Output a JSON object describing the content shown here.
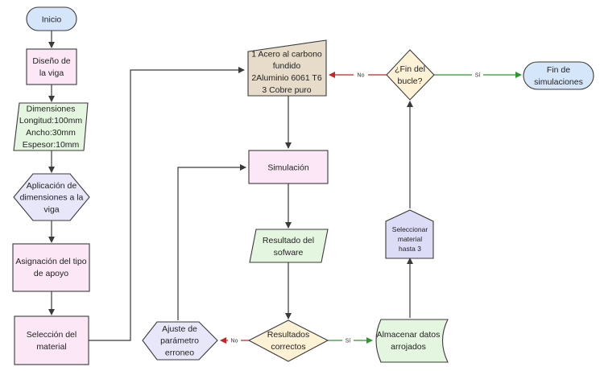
{
  "nodes": {
    "inicio": {
      "lines": [
        "Inicio"
      ]
    },
    "diseno": {
      "lines": [
        "Diseño de",
        "la viga"
      ]
    },
    "dimensiones": {
      "lines": [
        "Dimensiones",
        "Longitud:100mm",
        "Ancho:30mm",
        "Espesor:10mm"
      ]
    },
    "aplicacion": {
      "lines": [
        "Aplicación de",
        "dimensiones a la",
        "viga"
      ]
    },
    "asignacion": {
      "lines": [
        "Asignación del tipo",
        "de apoyo"
      ]
    },
    "seleccion": {
      "lines": [
        "Selección del",
        "material"
      ]
    },
    "materiales": {
      "lines": [
        "1 Acero al carbono",
        "fundido",
        "2Aluminio 6061 T6",
        "3 Cobre puro"
      ]
    },
    "simulacion": {
      "lines": [
        "Simulación"
      ]
    },
    "resultado_sw": {
      "lines": [
        "Resultado del",
        "sofware"
      ]
    },
    "resultados_correctos": {
      "lines": [
        "Resultados",
        "correctos"
      ]
    },
    "ajuste": {
      "lines": [
        "Ajuste de",
        "parámetro",
        "erroneo"
      ]
    },
    "almacenar": {
      "lines": [
        "Almacenar datos",
        "arrojados"
      ]
    },
    "seleccionar_material": {
      "lines": [
        "Seleccionar",
        "material",
        "hasta 3"
      ]
    },
    "fin_bucle": {
      "lines": [
        "¿Fin del",
        "bucle?"
      ]
    },
    "fin_sim": {
      "lines": [
        "Fin de",
        "simulaciones"
      ]
    }
  },
  "edge_labels": {
    "fin_bucle_no": "No",
    "fin_bucle_si": "Sí",
    "resultados_no": "No",
    "resultados_si": "Sí"
  },
  "colors": {
    "stroke": "#3a3a3a",
    "blue_fill": "#d6e6fa",
    "pink_fill": "#fbe7f6",
    "green_fill": "#e5f6e0",
    "lavender_fill": "#e8e7f9",
    "tan_fill": "#e7dcc9",
    "yellow_fill": "#fdf1d6",
    "no_arrow": "#cc2222",
    "si_arrow": "#2a9a2a"
  }
}
